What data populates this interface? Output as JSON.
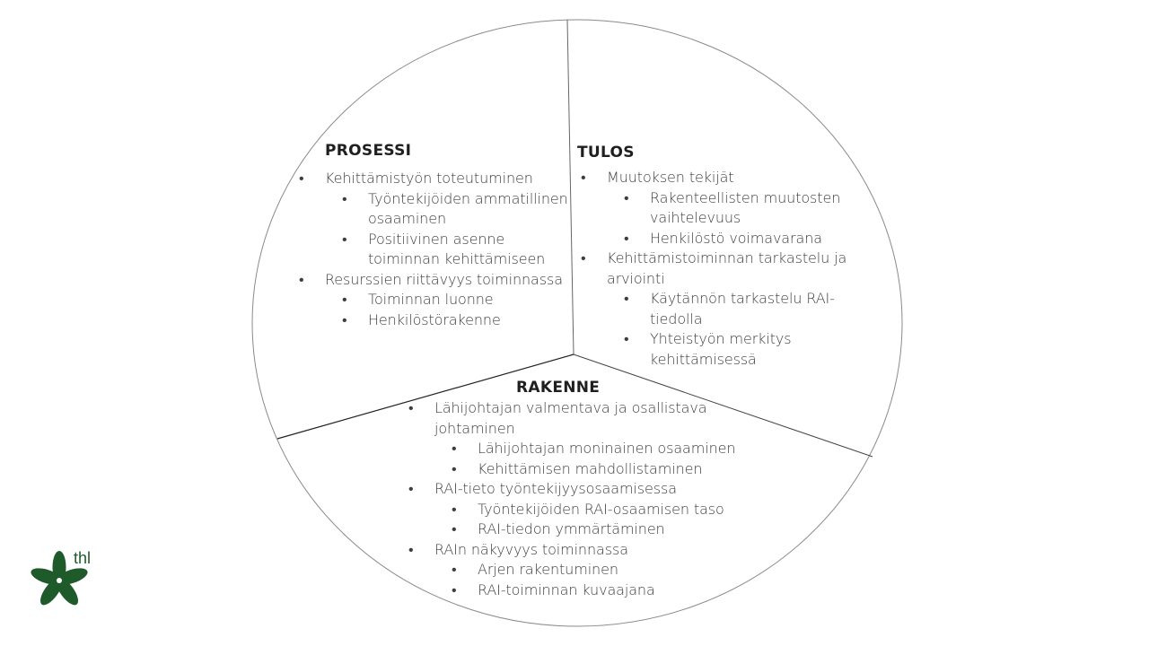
{
  "sections": {
    "prosessi": {
      "title": "PROSESSI",
      "items": [
        {
          "text": "Kehittämistyön toteutuminen",
          "level": 1
        },
        {
          "text": "Työntekijöiden ammatillinen osaaminen",
          "level": 2
        },
        {
          "text": "Positiivinen asenne toiminnan kehittämiseen",
          "level": 2
        },
        {
          "text": "Resurssien riittävyys toiminnassa",
          "level": 1
        },
        {
          "text": "Toiminnan luonne",
          "level": 2
        },
        {
          "text": "Henkilöstörakenne",
          "level": 2
        }
      ]
    },
    "tulos": {
      "title": "TULOS",
      "items": [
        {
          "text": "Muutoksen tekijät",
          "level": 1
        },
        {
          "text": "Rakenteellisten muutosten vaihtelevuus",
          "level": 2
        },
        {
          "text": "Henkilöstö voimavarana",
          "level": 2
        },
        {
          "text": "Kehittämistoiminnan tarkastelu ja arviointi",
          "level": 1
        },
        {
          "text": "Käytännön tarkastelu RAI-tiedolla",
          "level": 2
        },
        {
          "text": "Yhteistyön merkitys kehittämisessä",
          "level": 2
        }
      ]
    },
    "rakenne": {
      "title": "RAKENNE",
      "items": [
        {
          "text": "Lähijohtajan valmentava ja osallistava johtaminen",
          "level": 1
        },
        {
          "text": "Lähijohtajan moninainen osaaminen",
          "level": 2
        },
        {
          "text": "Kehittämisen mahdollistaminen",
          "level": 2
        },
        {
          "text": "RAI-tieto työntekijyysosaamisessa",
          "level": 1
        },
        {
          "text": "Työntekijöiden RAI-osaamisen taso",
          "level": 2
        },
        {
          "text": "RAI-tiedon ymmärtäminen",
          "level": 2
        },
        {
          "text": "RAIn näkyvyys toiminnassa",
          "level": 1
        },
        {
          "text": "Arjen rakentuminen",
          "level": 2
        },
        {
          "text": "RAI-toiminnan kuvaajana",
          "level": 2
        }
      ]
    }
  },
  "logo": {
    "text": "thl",
    "color": "#1e5a2a"
  },
  "colors": {
    "circle_stroke": "#8a8a8a",
    "divider_stroke": "#444444"
  }
}
